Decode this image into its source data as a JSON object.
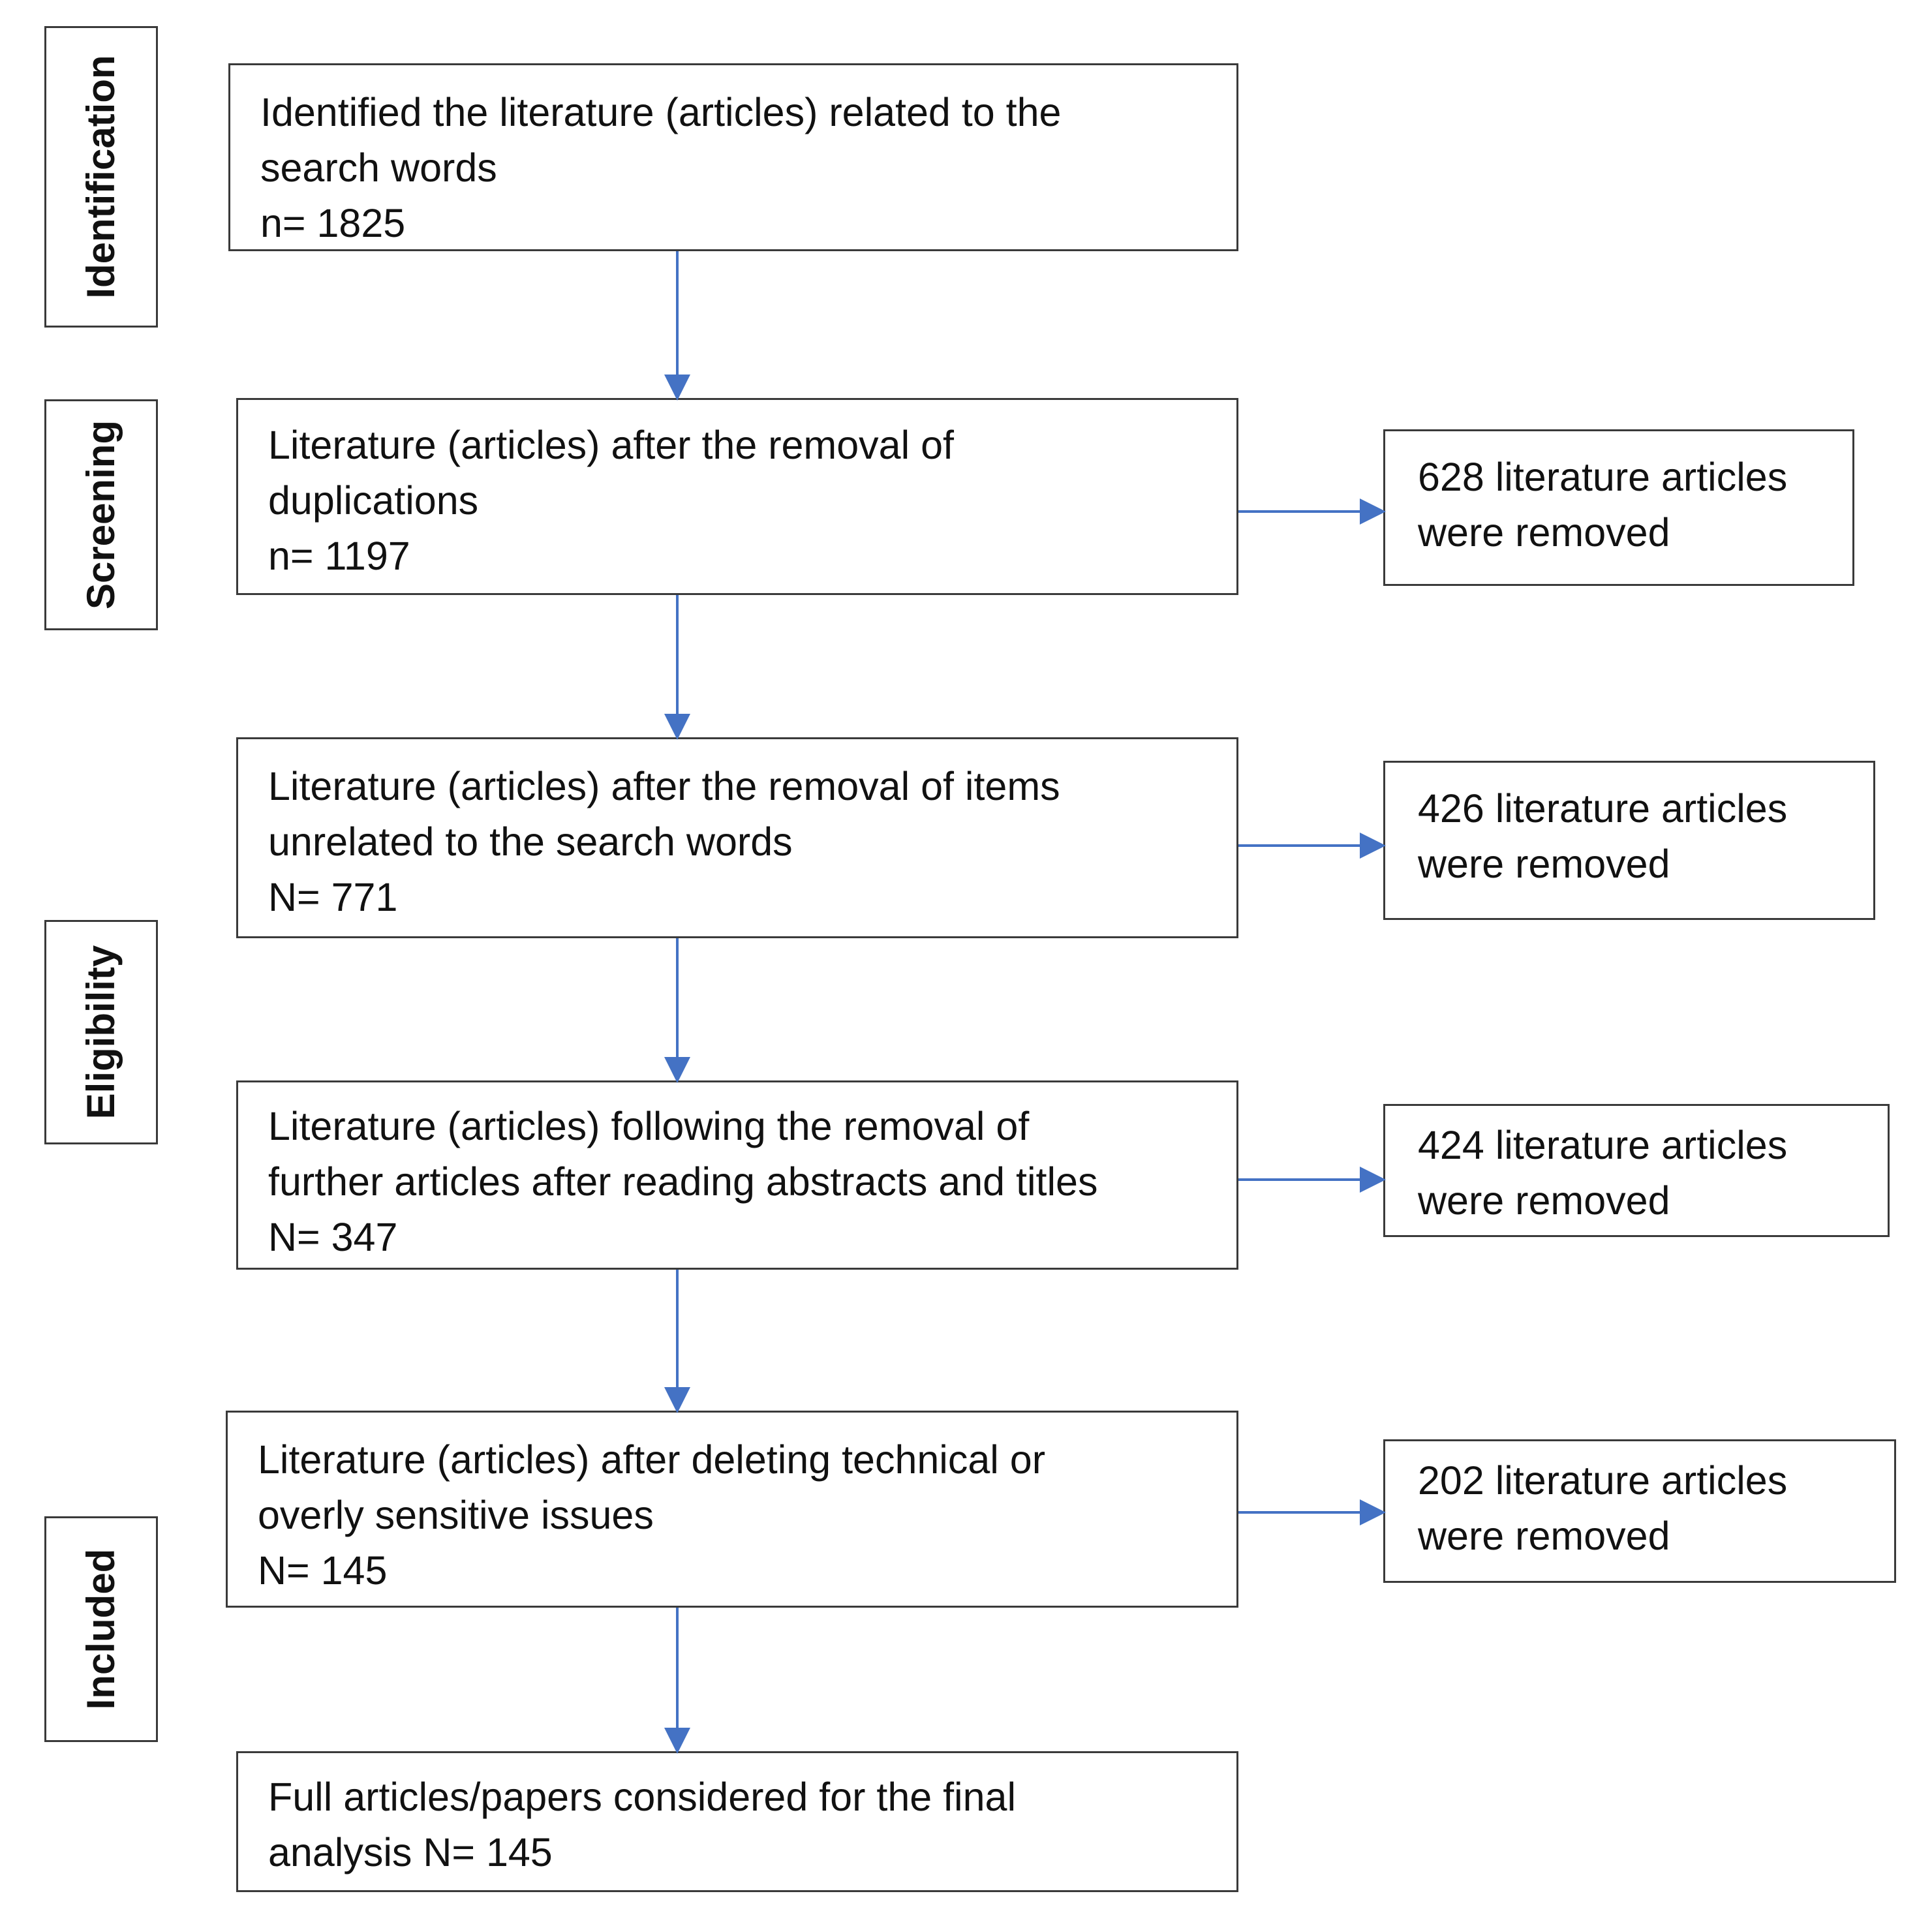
{
  "stages": [
    {
      "id": "identification",
      "label": "Identification"
    },
    {
      "id": "screening",
      "label": "Screening"
    },
    {
      "id": "eligibility",
      "label": "Eligibility"
    },
    {
      "id": "included",
      "label": "Included"
    }
  ],
  "main_boxes": [
    {
      "lines": [
        "Identified the literature (articles) related to the",
        "search words",
        "n= 1825"
      ]
    },
    {
      "lines": [
        "Literature (articles) after the removal of",
        "duplications",
        "n= 1197"
      ]
    },
    {
      "lines": [
        "Literature (articles) after the removal of items",
        "unrelated to the search words",
        "N= 771"
      ]
    },
    {
      "lines": [
        "Literature (articles) following the removal of",
        "further articles after reading abstracts and titles",
        "N= 347"
      ]
    },
    {
      "lines": [
        "Literature (articles) after deleting technical or",
        "overly sensitive issues",
        "N= 145"
      ]
    },
    {
      "lines": [
        "Full articles/papers considered for the final",
        "analysis N= 145"
      ]
    }
  ],
  "side_boxes": [
    {
      "lines": [
        "628 literature articles",
        "were removed"
      ]
    },
    {
      "lines": [
        "426 literature articles",
        "were removed"
      ]
    },
    {
      "lines": [
        "424 literature articles",
        "were removed"
      ]
    },
    {
      "lines": [
        "202 literature articles",
        "were removed"
      ]
    }
  ],
  "colors": {
    "arrow": "#4472C4",
    "border": "#3a3a3a"
  }
}
